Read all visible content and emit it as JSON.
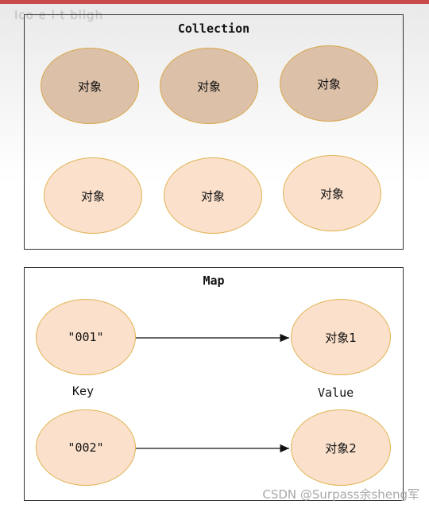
{
  "header": {
    "garbled_text": "Ico·e·l·t bllgh"
  },
  "collection": {
    "title": "Collection",
    "objects": [
      "对象",
      "对象",
      "对象",
      "对象",
      "对象",
      "对象"
    ]
  },
  "map": {
    "title": "Map",
    "key_label": "Key",
    "value_label": "Value",
    "entries": [
      {
        "key": "\"001\"",
        "value": "对象1"
      },
      {
        "key": "\"002\"",
        "value": "对象2"
      }
    ]
  },
  "watermark": "CSDN @Surpass余sheng军"
}
